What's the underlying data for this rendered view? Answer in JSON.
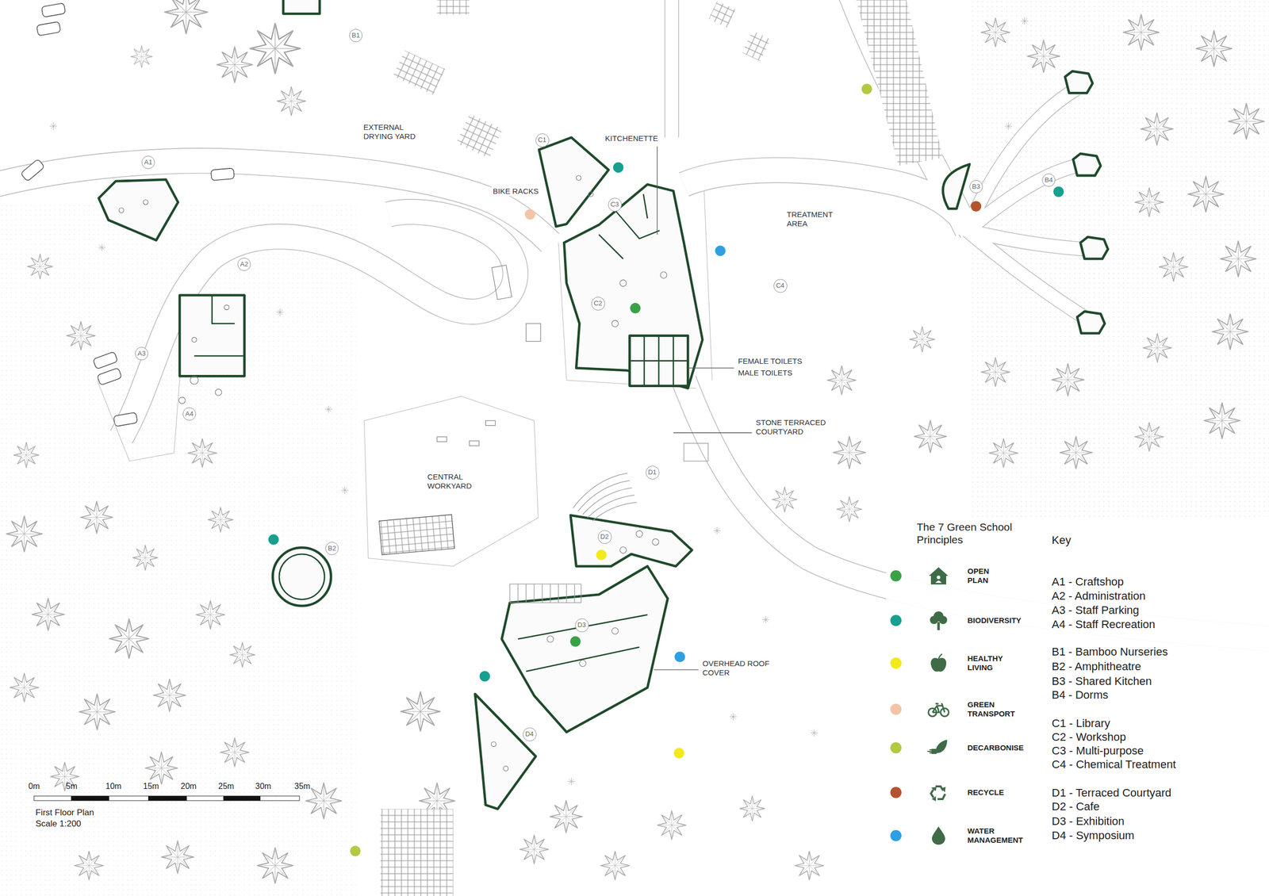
{
  "diagram": {
    "nodes": [
      {
        "text": [
          "A1"
        ]
      },
      {
        "text": [
          "A2"
        ]
      },
      {
        "text": [
          "A3"
        ]
      },
      {
        "text": [
          "A4"
        ]
      },
      {
        "text": [
          "B1"
        ]
      },
      {
        "text": [
          "B2"
        ]
      },
      {
        "text": [
          "B3"
        ]
      },
      {
        "text": [
          "B4"
        ]
      },
      {
        "text": [
          "C1"
        ]
      },
      {
        "text": [
          "C2"
        ]
      },
      {
        "text": [
          "C3"
        ]
      },
      {
        "text": [
          "C4"
        ]
      },
      {
        "text": [
          "D1"
        ]
      },
      {
        "text": [
          "D2"
        ]
      },
      {
        "text": [
          "D3"
        ]
      },
      {
        "text": [
          "D4"
        ]
      }
    ],
    "labels": [
      "EXTERNAL DRYING YARD",
      "KITCHENETTE",
      "BIKE RACKS",
      "TREATMENT AREA",
      "FEMALE TOILETS",
      "MALE TOILETS",
      "STONE TERRACED COURTYARD",
      "CENTRAL WORKYARD",
      "OVERHEAD ROOF COVER",
      "The 7 Green School Principles",
      "Key",
      "A1 - Craftshop",
      "A2 - Administration",
      "A3 - Staff Parking",
      "A4 - Staff Recreation",
      "B1 - Bamboo Nurseries",
      "B2 - Amphitheatre",
      "B3 - Shared Kitchen",
      "B4 - Dorms",
      "C1 - Library",
      "C2 - Workshop",
      "C3 - Multi-purpose",
      "C4 - Chemical Treatment",
      "D1 - Terraced Courtyard",
      "D2 - Cafe",
      "D3 - Exhibition",
      "D4 - Symposium",
      "0m",
      "5m",
      "10m",
      "15m",
      "20m",
      "25m",
      "30m",
      "35m",
      "First Floor Plan",
      "Scale 1:200"
    ],
    "legend": [
      {
        "text": "OPEN PLAN",
        "color": "#3aa246"
      },
      {
        "text": "BIODIVERSITY",
        "color": "#17a08f"
      },
      {
        "text": "HEALTHY LIVING",
        "color": "#f2ea1d"
      },
      {
        "text": "GREEN TRANSPORT",
        "color": "#f3c4a8"
      },
      {
        "text": "DECARBONISE",
        "color": "#b5c842"
      },
      {
        "text": "RECYCLE",
        "color": "#b4542f"
      },
      {
        "text": "WATER MANAGEMENT",
        "color": "#2d9fe3"
      }
    ]
  }
}
